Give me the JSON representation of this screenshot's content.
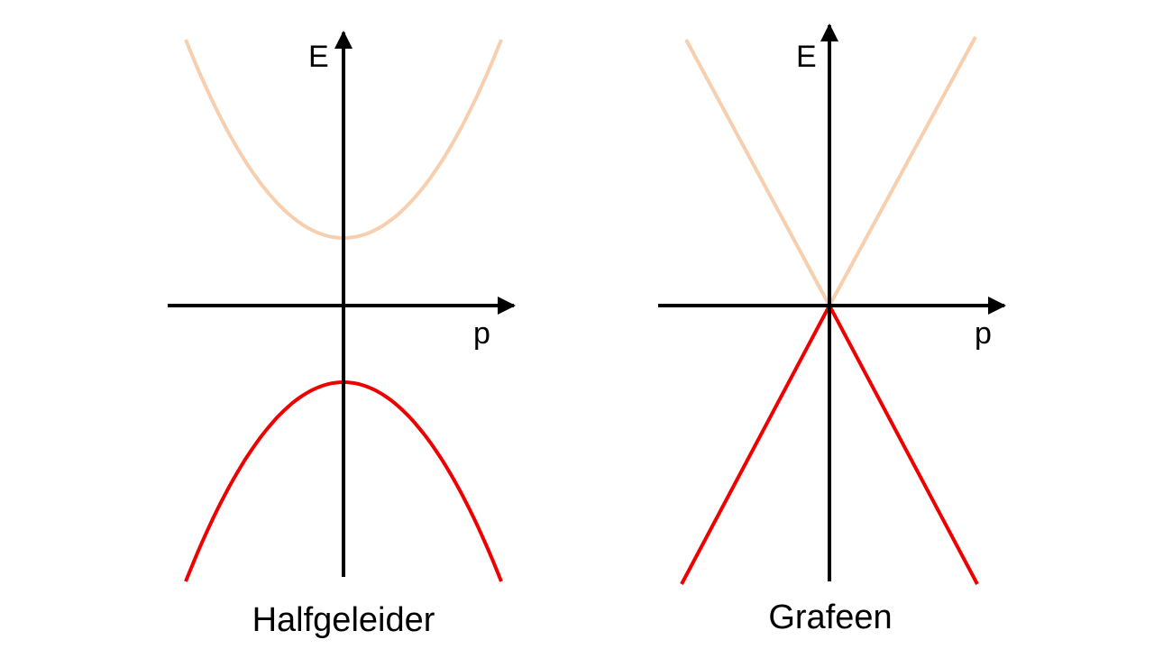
{
  "diagrams": [
    {
      "id": "halfgeleider",
      "caption": "Halfgeleider",
      "y_axis_label": "E",
      "x_axis_label": "p",
      "curve_shape": "parabola",
      "bands": [
        {
          "role": "conduction",
          "color": "#F7CFAE"
        },
        {
          "role": "valence",
          "color": "#EE0000"
        }
      ]
    },
    {
      "id": "grafeen",
      "caption": "Grafeen",
      "y_axis_label": "E",
      "x_axis_label": "p",
      "curve_shape": "cone",
      "bands": [
        {
          "role": "conduction",
          "color": "#F7CFAE"
        },
        {
          "role": "valence",
          "color": "#EE0000"
        }
      ]
    }
  ],
  "axis_color": "#000000"
}
